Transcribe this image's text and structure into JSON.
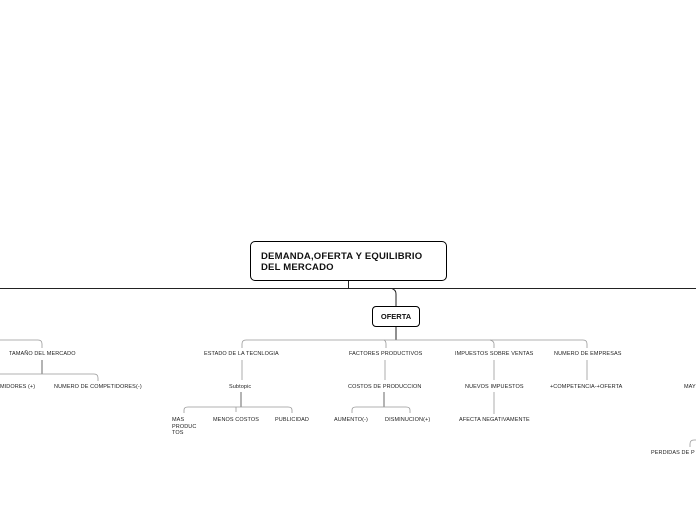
{
  "root": {
    "title": "DEMANDA,OFERTA Y EQUILIBRIO DEL MERCADO"
  },
  "oferta": {
    "title": "OFERTA",
    "branches": [
      {
        "label": "ESTADO DE LA TECNLOGIA",
        "child": "Subtopic",
        "grandchildren": [
          "MAS PRODUC TOS",
          "MENOS COSTOS",
          "PUBLICIDAD"
        ]
      },
      {
        "label": "FACTORES PRODUCTIVOS",
        "child": "COSTOS DE PRODUCCION",
        "grandchildren": [
          "AUMENTO(-)",
          "DISMINUCION(+)"
        ]
      },
      {
        "label": "IMPUESTOS SOBRE VENTAS",
        "child": "NUEVOS IMPUESTOS",
        "grandchildren": [
          "AFECTA NEGATIVAMENTE"
        ]
      },
      {
        "label": "NUMERO DE EMPRESAS",
        "child": "+COMPETENCIA-+OFERTA"
      }
    ]
  },
  "left": {
    "label": "TAMAÑO DEL MERCADO",
    "children": [
      "MIDORES (+)",
      "NUMERO DE COMPETIDORES(-)"
    ]
  },
  "right": {
    "partial_1": "MAY",
    "partial_2": "PERDIDAS DE P"
  },
  "colors": {
    "line": "#8a8a8a",
    "main_line": "#222222",
    "text": "#222222"
  }
}
